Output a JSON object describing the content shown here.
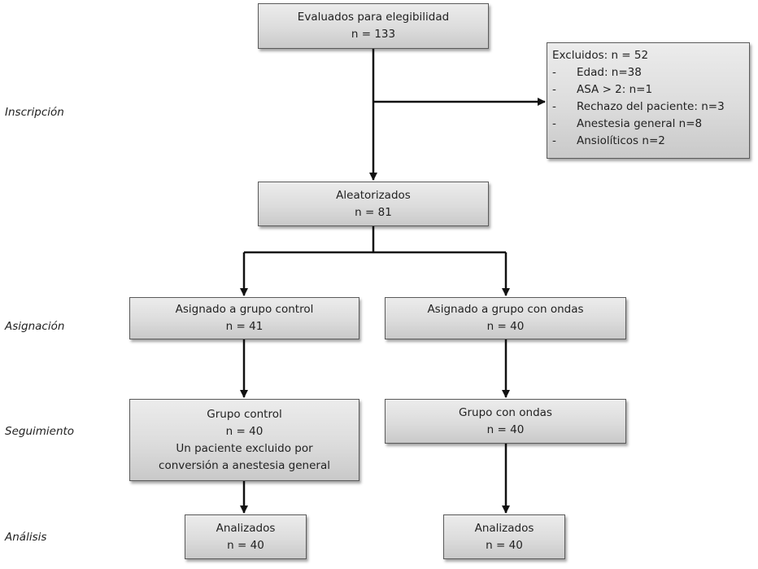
{
  "stages": {
    "enrollment": "Inscripción",
    "allocation": "Asignación",
    "follow_up": "Seguimiento",
    "analysis": "Análisis"
  },
  "boxes": {
    "assessed": {
      "line1": "Evaluados para elegibilidad",
      "line2": "n = 133"
    },
    "excluded": {
      "title": "Excluidos: n = 52",
      "bullet": "-",
      "items": [
        "Edad: n=38",
        "ASA > 2: n=1",
        "Rechazo del paciente: n=3",
        "Anestesia general n=8",
        "Ansiolíticos n=2"
      ]
    },
    "randomized": {
      "line1": "Aleatorizados",
      "line2": "n = 81"
    },
    "alloc_control": {
      "line1": "Asignado a grupo control",
      "line2": "n = 41"
    },
    "alloc_waves": {
      "line1": "Asignado a grupo con ondas",
      "line2": "n = 40"
    },
    "followup_control": {
      "line1": "Grupo control",
      "line2": "n = 40",
      "line3": "Un paciente excluido por",
      "line4": "conversión a anestesia general"
    },
    "followup_waves": {
      "line1": "Grupo con ondas",
      "line2": "n = 40"
    },
    "analyzed_control": {
      "line1": "Analizados",
      "line2": "n = 40"
    },
    "analyzed_waves": {
      "line1": "Analizados",
      "line2": "n = 40"
    }
  }
}
